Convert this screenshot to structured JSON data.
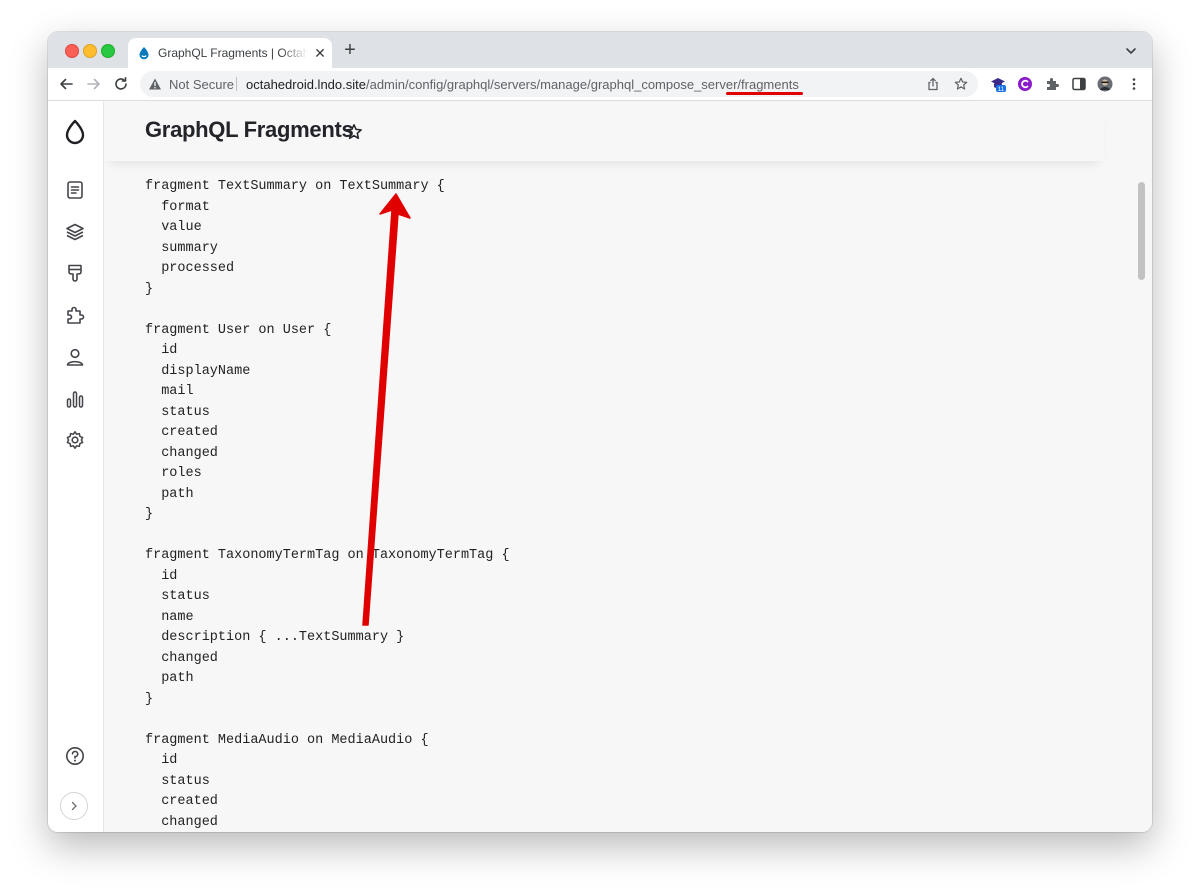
{
  "browser": {
    "tab_title": "GraphQL Fragments | Octahedroid",
    "new_tab_label": "+",
    "close_tab_label": "✕",
    "security_label": "Not Secure",
    "url_host": "octahedroid.lndo.site",
    "url_path": "/admin/config/graphql/servers/manage/graphql_compose_server/fragments",
    "extension_badge": "11"
  },
  "page": {
    "title": "GraphQL Fragments"
  },
  "sidebar": {
    "items": [
      "drupal-logo",
      "content",
      "structure",
      "appearance",
      "extend",
      "people",
      "reports",
      "configuration",
      "help",
      "expand"
    ]
  },
  "code_text": "fragment TextSummary on TextSummary {\n  format\n  value\n  summary\n  processed\n}\n\nfragment User on User {\n  id\n  displayName\n  mail\n  status\n  created\n  changed\n  roles\n  path\n}\n\nfragment TaxonomyTermTag on TaxonomyTermTag {\n  id\n  status\n  name\n  description { ...TextSummary }\n  changed\n  path\n}\n\nfragment MediaAudio on MediaAudio {\n  id\n  status\n  created\n  changed",
  "colors": {
    "annotation": "#e00000",
    "drupal_blue": "#0678be",
    "tab_bar": "#dee1e6",
    "content_bg": "#f7f7f8"
  }
}
